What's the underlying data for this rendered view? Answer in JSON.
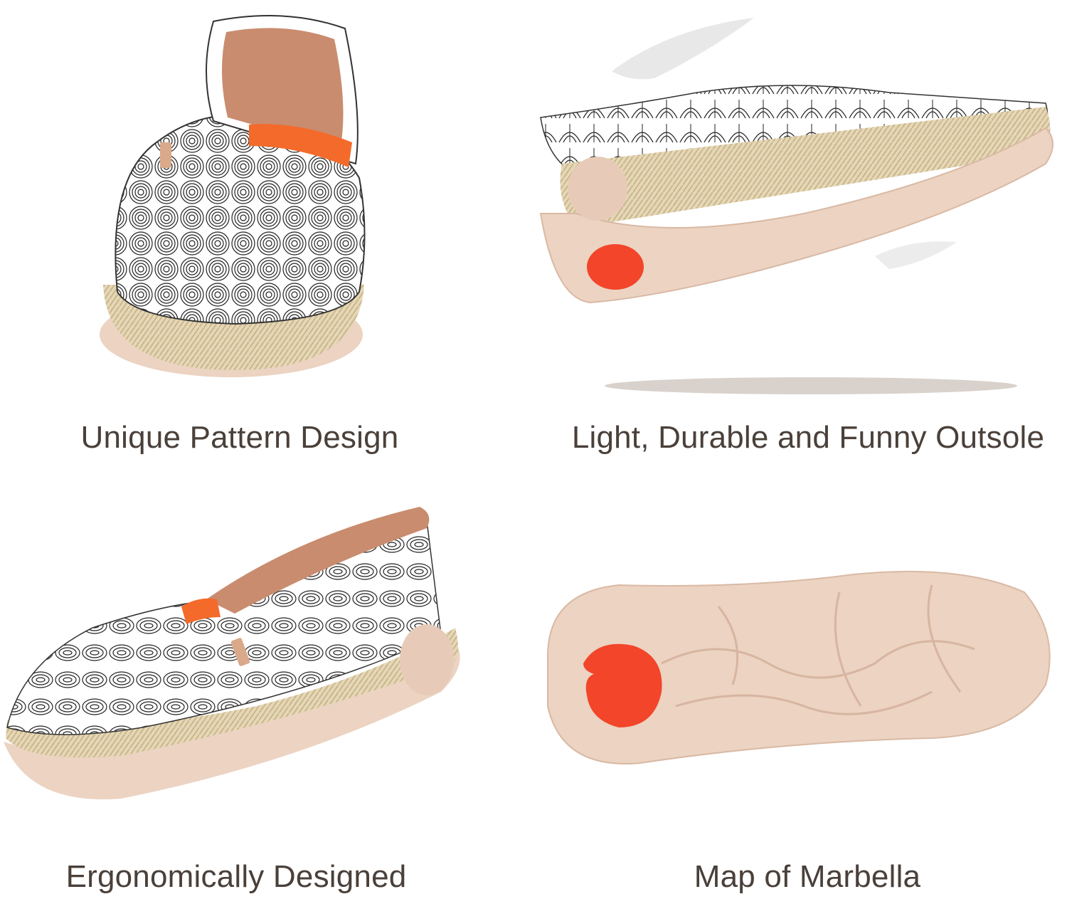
{
  "captions": {
    "pattern": "Unique Pattern Design",
    "outsole": "Light, Durable and Funny Outsole",
    "ergonomic": "Ergonomically Designed",
    "map": "Map of Marbella"
  },
  "colors": {
    "caption_text": "#4a403a",
    "sole": "#ecd3c2",
    "jute": "#e2d3b0",
    "orange_accent": "#f46a2a",
    "red_pad": "#f2452a",
    "lining": "#c98c6e"
  }
}
